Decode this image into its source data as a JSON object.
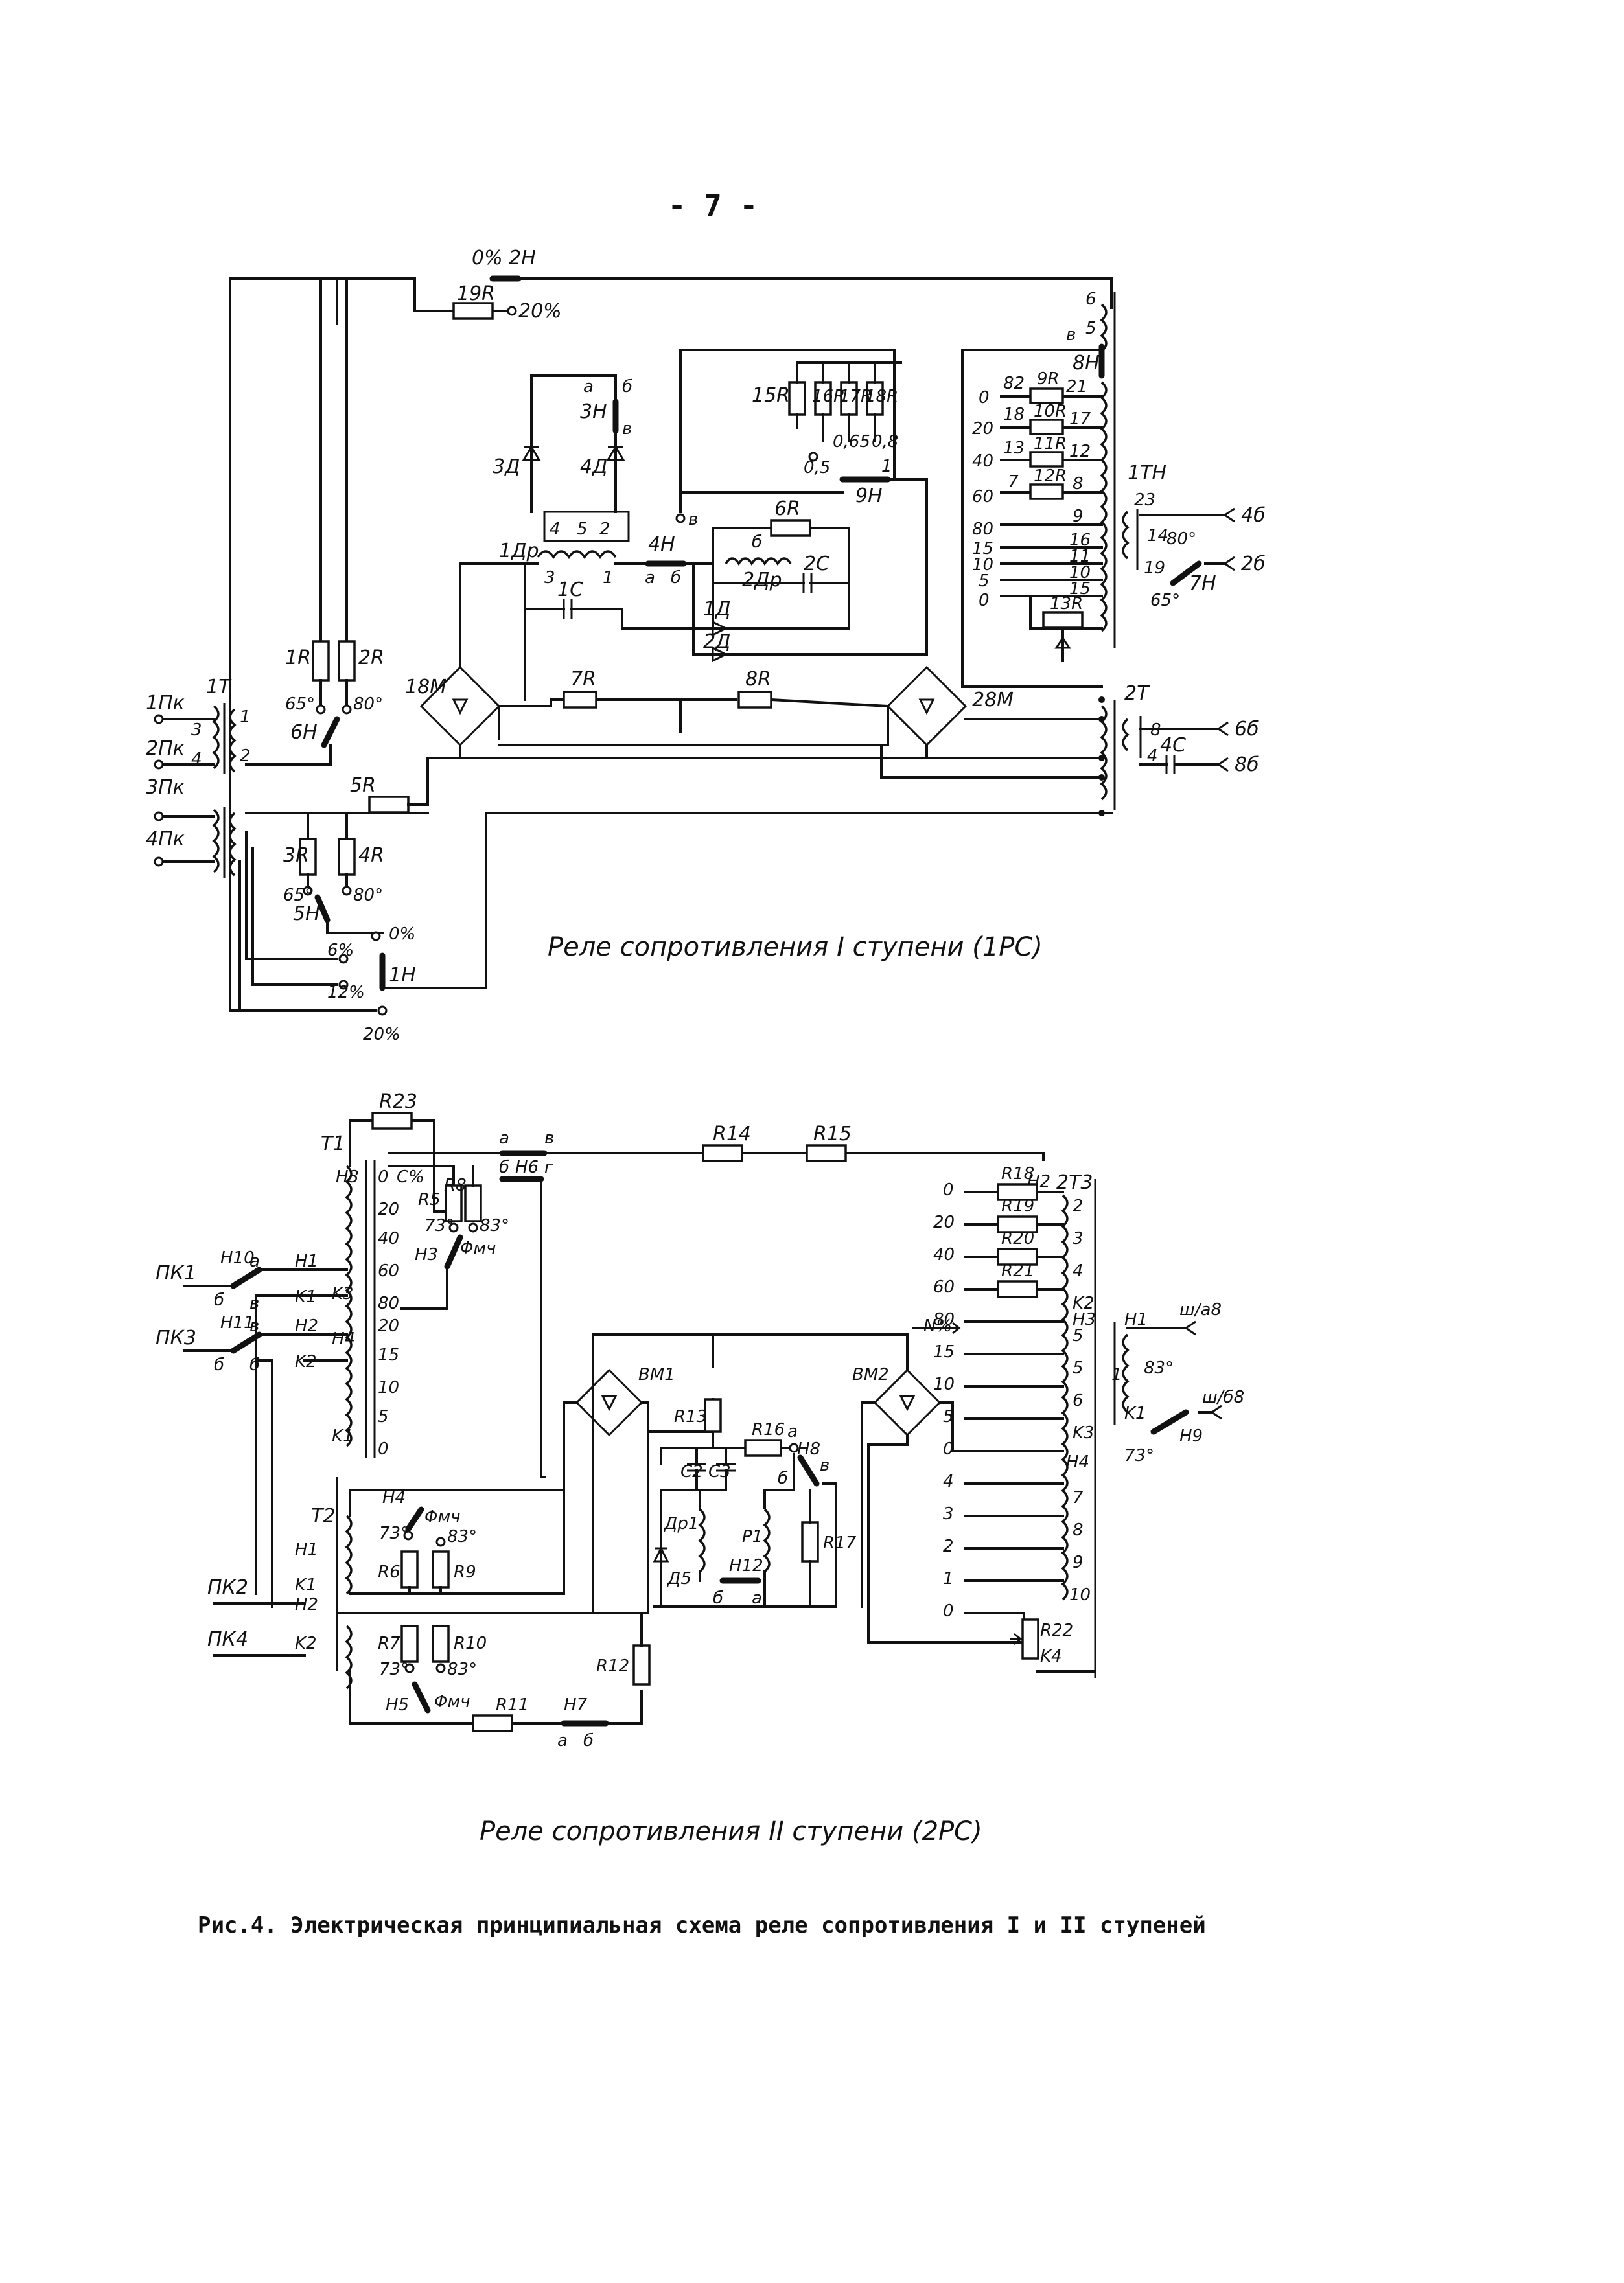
{
  "page_number": "- 7 -",
  "diagram1": {
    "caption": "Реле сопротивления I ступени (1PC)",
    "contact_top": "0% 2H",
    "r19": "19R",
    "pct20_top": "20%",
    "transformers": {
      "t1": "1T",
      "t2": "2T",
      "t1h": "1TH"
    },
    "inputs": {
      "p1": "1Пк",
      "p2": "2Пк",
      "p3": "3Пк",
      "p4": "4Пк"
    },
    "resistors": {
      "r1": "1R",
      "r2": "2R",
      "r3": "3R",
      "r4": "4R",
      "r5": "5R",
      "r6": "6R",
      "r7": "7R",
      "r8": "8R",
      "r9": "9R",
      "r10": "10R",
      "r11": "11R",
      "r12": "12R",
      "r13": "13R",
      "r15": "15R",
      "r16": "16R",
      "r17": "17R",
      "r18": "18R"
    },
    "diodes": {
      "d1": "1Д",
      "d2": "2Д",
      "d3": "3Д",
      "d4": "4Д"
    },
    "chokes": {
      "dr1": "1Др",
      "dr2": "2Др"
    },
    "caps": {
      "c1": "1C",
      "c2": "2C",
      "c4": "4C"
    },
    "bridges": {
      "m1": "18M",
      "m2": "28M"
    },
    "contacts": {
      "h1": "1H",
      "h3": "3H",
      "h4": "4H",
      "h5": "5H",
      "h6": "6H",
      "h7": "7H",
      "h8": "8H",
      "h9": "9H"
    },
    "angles": {
      "a65": "65°",
      "a80": "80°"
    },
    "taps_left": [
      "0",
      "20",
      "40",
      "60",
      "80",
      "15",
      "10",
      "5",
      "0"
    ],
    "taps_right": [
      "21",
      "17",
      "12",
      "8",
      "9",
      "16",
      "11",
      "10",
      "15"
    ],
    "tap_nums": [
      "82",
      "18",
      "13",
      "7"
    ],
    "pct": {
      "p0": "0%",
      "p6": "6%",
      "p12": "12%",
      "p20": "20%"
    },
    "terminals": {
      "t46": "4б",
      "t26": "2б",
      "t66": "6б",
      "t86": "8б"
    },
    "misc": {
      "a": "а",
      "b": "б",
      "v": "в",
      "o065": "0,65",
      "o08": "0,8",
      "o05": "0,5"
    },
    "coil_nums": {
      "n4": "4",
      "n5": "5",
      "n2": "2",
      "n3": "3",
      "n1": "1",
      "n6": "6",
      "n8": "8",
      "n23": "23",
      "n14": "14",
      "n19": "19"
    }
  },
  "diagram2": {
    "caption": "Реле сопротивления II ступени (2PC)",
    "transformers": {
      "t1": "T1",
      "t2": "T2",
      "t3": "2T3"
    },
    "inputs": {
      "pk1": "ПК1",
      "pk2": "ПК2",
      "pk3": "ПК3",
      "pk4": "ПК4"
    },
    "resistors": {
      "r5": "R5",
      "r6": "R6",
      "r7": "R7",
      "r8": "R8",
      "r9": "R9",
      "r10": "R10",
      "r11": "R11",
      "r12": "R12",
      "r13": "R13",
      "r14": "R14",
      "r15": "R15",
      "r16": "R16",
      "r17": "R17",
      "r18": "R18",
      "r19": "R19",
      "r20": "R20",
      "r21": "R21",
      "r22": "R22",
      "r23": "R23"
    },
    "contacts": {
      "h1": "H1",
      "h2": "H2",
      "h3": "H3",
      "h4": "H4",
      "h5": "H5",
      "h6": "H6",
      "h7": "H7",
      "h8": "H8",
      "h9": "H9",
      "h10": "H10",
      "h11": "H11",
      "h12": "H12"
    },
    "coil_labels": {
      "k1": "K1",
      "k2": "K2",
      "k3": "K3",
      "k4": "K4"
    },
    "bridges": {
      "vm1": "BM1",
      "vm2": "BM2"
    },
    "parts": {
      "c2c3": "C2 C3",
      "dr1": "Др1",
      "d5": "Д5",
      "p1": "P1"
    },
    "pct_c": "C%",
    "pct_n": "N%",
    "taps_t1": [
      "0",
      "20",
      "40",
      "60",
      "80",
      "20",
      "15",
      "10",
      "5",
      "0"
    ],
    "taps_t3": [
      "0",
      "20",
      "40",
      "60",
      "80",
      "15",
      "10",
      "5",
      "0",
      "4",
      "3",
      "2",
      "1",
      "0"
    ],
    "coil_t3": [
      "2",
      "3",
      "4",
      "5",
      "5",
      "6",
      "7",
      "8",
      "9",
      "10"
    ],
    "angles": {
      "a73": "73°",
      "a83": "83°",
      "fmch": "Φмч"
    },
    "terminals": {
      "sh8": "ш/а8",
      "sh8b": "ш/б8"
    },
    "misc": {
      "a": "а",
      "b": "б",
      "v": "в",
      "g": "г",
      "one": "1"
    }
  },
  "figure_caption": "Рис.4. Электрическая принципиальная схема реле сопротивления I и II ступеней"
}
